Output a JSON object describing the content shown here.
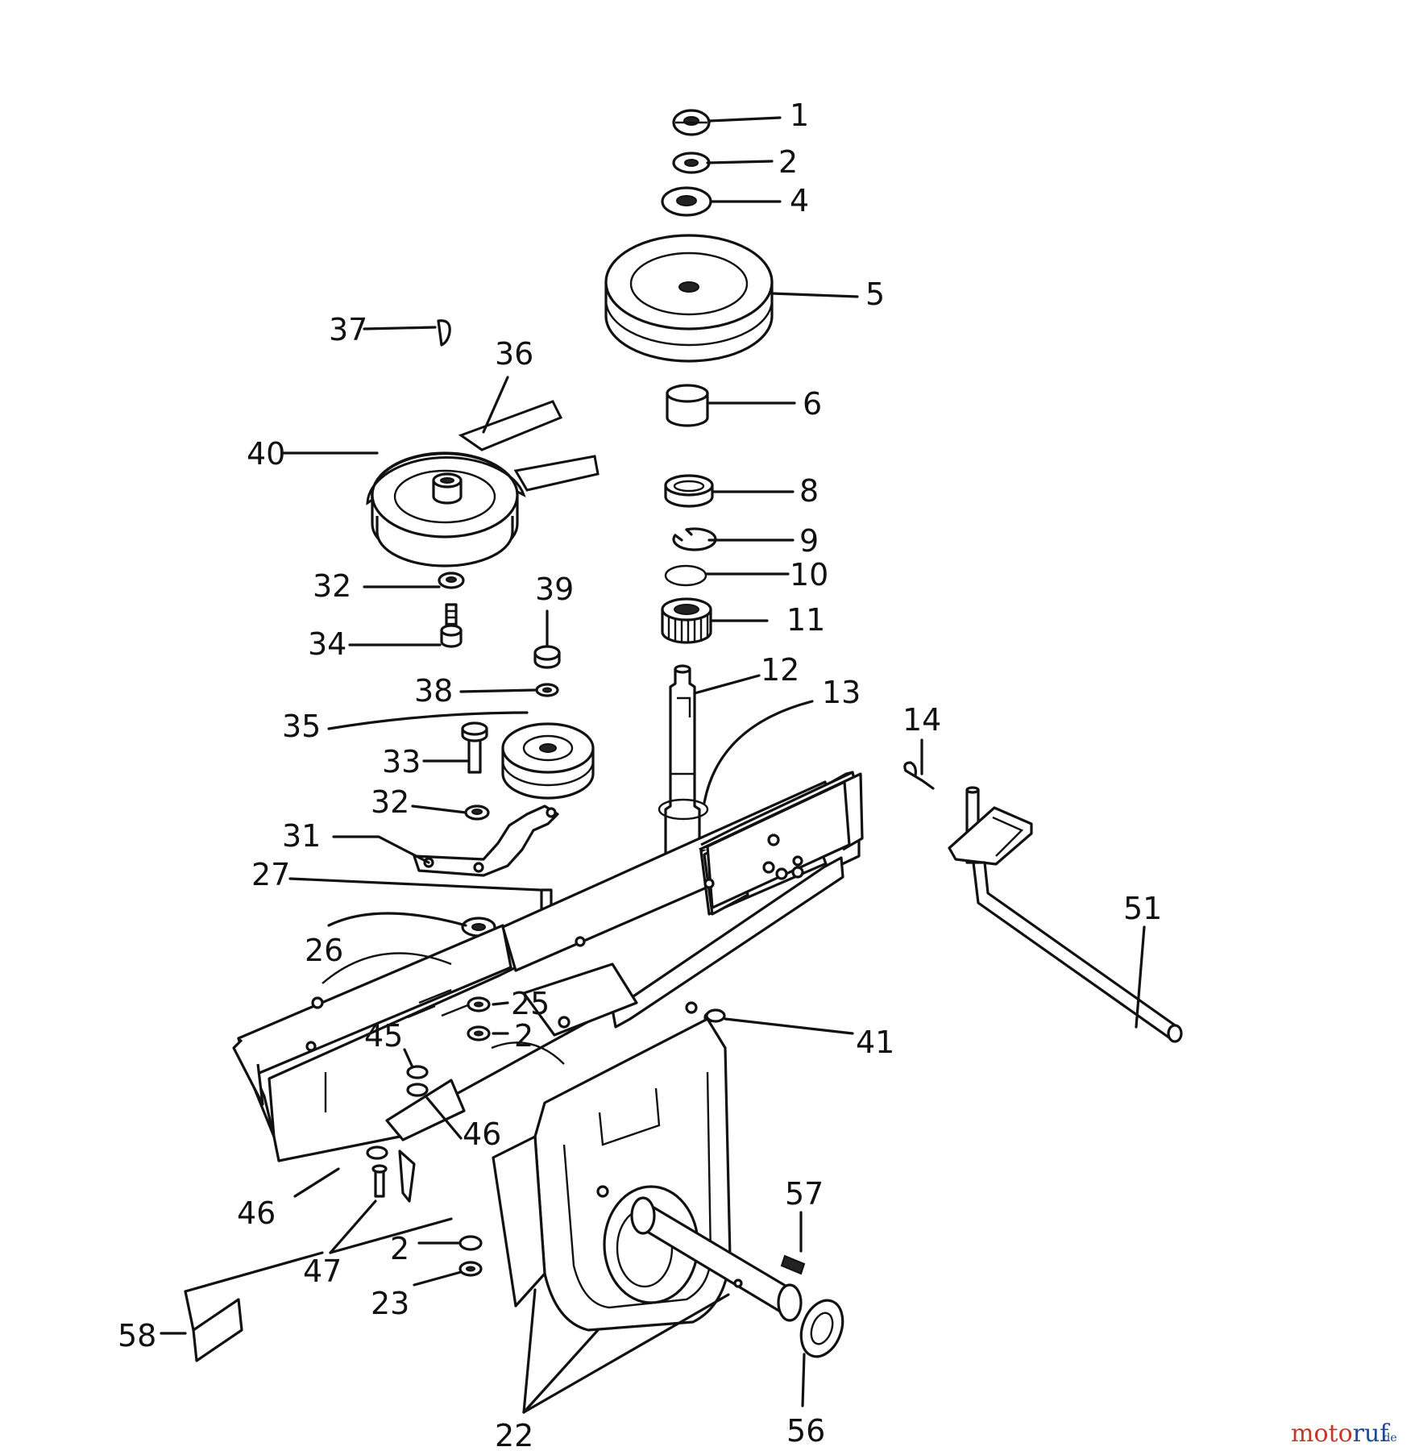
{
  "part_labels": [
    "1",
    "2",
    "4",
    "5",
    "6",
    "8",
    "9",
    "10",
    "11",
    "12",
    "13",
    "14",
    "37",
    "36",
    "40",
    "32",
    "39",
    "34",
    "38",
    "35",
    "33",
    "32",
    "31",
    "27",
    "26",
    "25",
    "2",
    "45",
    "46",
    "41",
    "51",
    "46",
    "47",
    "2",
    "23",
    "58",
    "57",
    "22",
    "56"
  ],
  "watermark": {
    "text": "motoruf",
    "suffix": ".de",
    "colors": [
      "#c0392b",
      "#1f4a8f"
    ]
  }
}
